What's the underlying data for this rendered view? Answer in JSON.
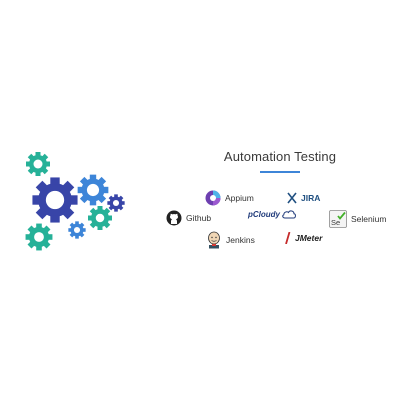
{
  "heading": {
    "title": "Automation Testing"
  },
  "colors": {
    "teal": "#26b198",
    "navy": "#3845a8",
    "blue": "#3d85d8",
    "underline": "#3d85d8"
  },
  "tools": {
    "appium": {
      "label": "Appium",
      "icon": "appium-icon"
    },
    "jira": {
      "label": "JIRA",
      "icon": "jira-icon"
    },
    "github": {
      "label": "Github",
      "icon": "github-icon"
    },
    "pcloudy": {
      "label": "pCloudy",
      "icon": "cloud-icon"
    },
    "selenium": {
      "label": "Selenium",
      "icon": "selenium-icon",
      "badge": "Se"
    },
    "jenkins": {
      "label": "Jenkins",
      "icon": "jenkins-icon"
    },
    "jmeter": {
      "label": "JMeter",
      "icon": "jmeter-icon"
    }
  }
}
